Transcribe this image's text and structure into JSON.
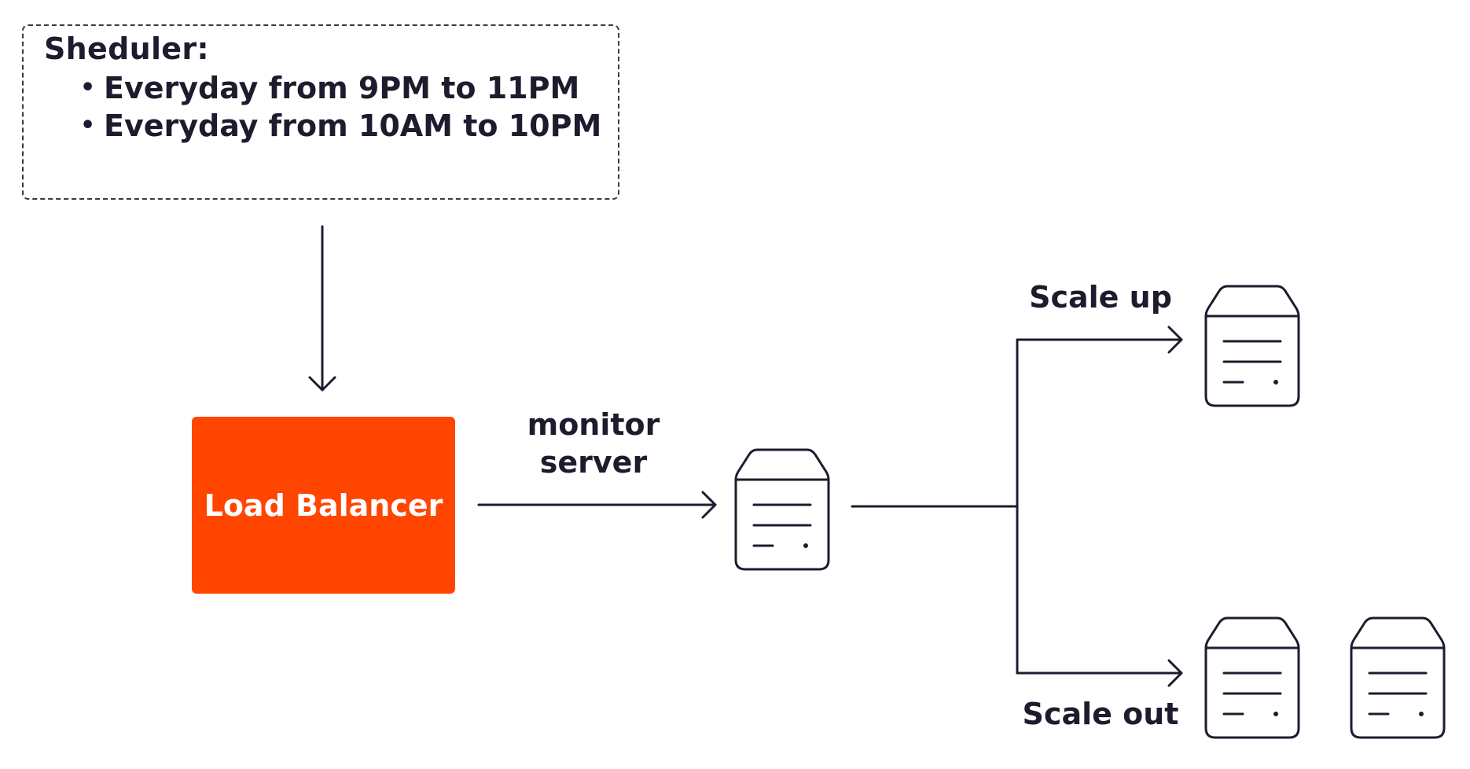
{
  "scheduler": {
    "title": "Sheduler:",
    "items": [
      "Everyday from 9PM to 11PM",
      "Everyday from 10AM to 10PM"
    ]
  },
  "load_balancer": {
    "label": "Load Balancer",
    "color": "#ff4500"
  },
  "monitor": {
    "line1": "monitor",
    "line2": "server"
  },
  "scale_up": {
    "label": "Scale up"
  },
  "scale_out": {
    "label": "Scale out"
  },
  "icons": [
    "server-icon"
  ]
}
